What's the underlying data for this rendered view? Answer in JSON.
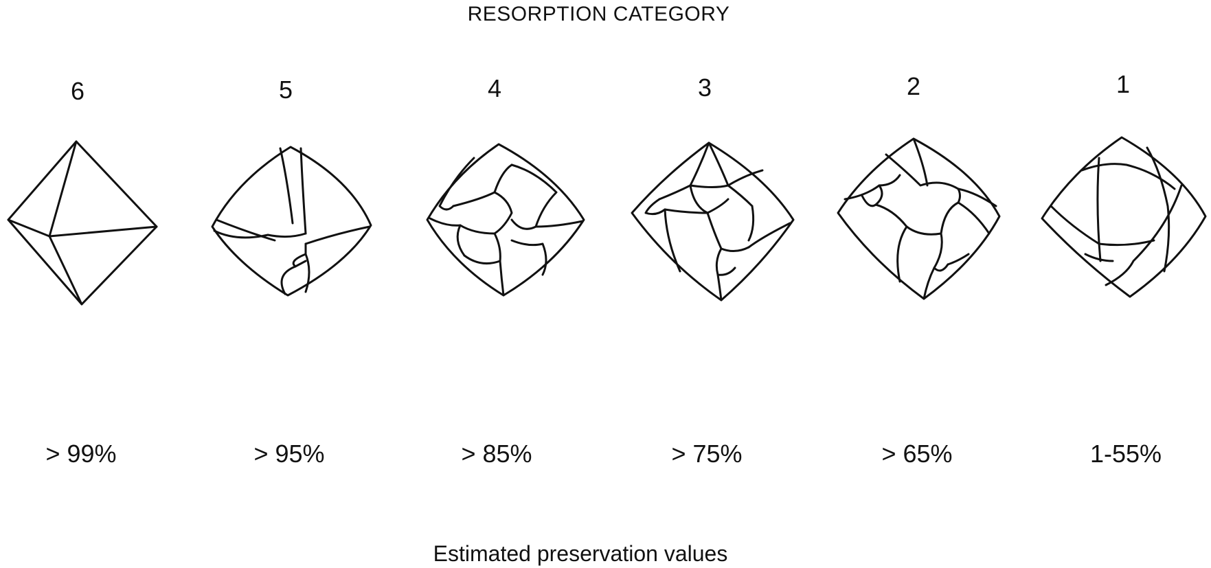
{
  "title": "RESORPTION CATEGORY",
  "categories": [
    {
      "number": "6",
      "preservation": "> 99%",
      "shape": "octahedron-icon"
    },
    {
      "number": "5",
      "preservation": "> 95%",
      "shape": "resorbed-crystal-icon"
    },
    {
      "number": "4",
      "preservation": "> 85%",
      "shape": "resorbed-crystal-icon"
    },
    {
      "number": "3",
      "preservation": "> 75%",
      "shape": "resorbed-crystal-icon"
    },
    {
      "number": "2",
      "preservation": "> 65%",
      "shape": "resorbed-crystal-icon"
    },
    {
      "number": "1",
      "preservation": "1-55%",
      "shape": "resorbed-crystal-icon"
    }
  ],
  "footer": "Estimated preservation values"
}
